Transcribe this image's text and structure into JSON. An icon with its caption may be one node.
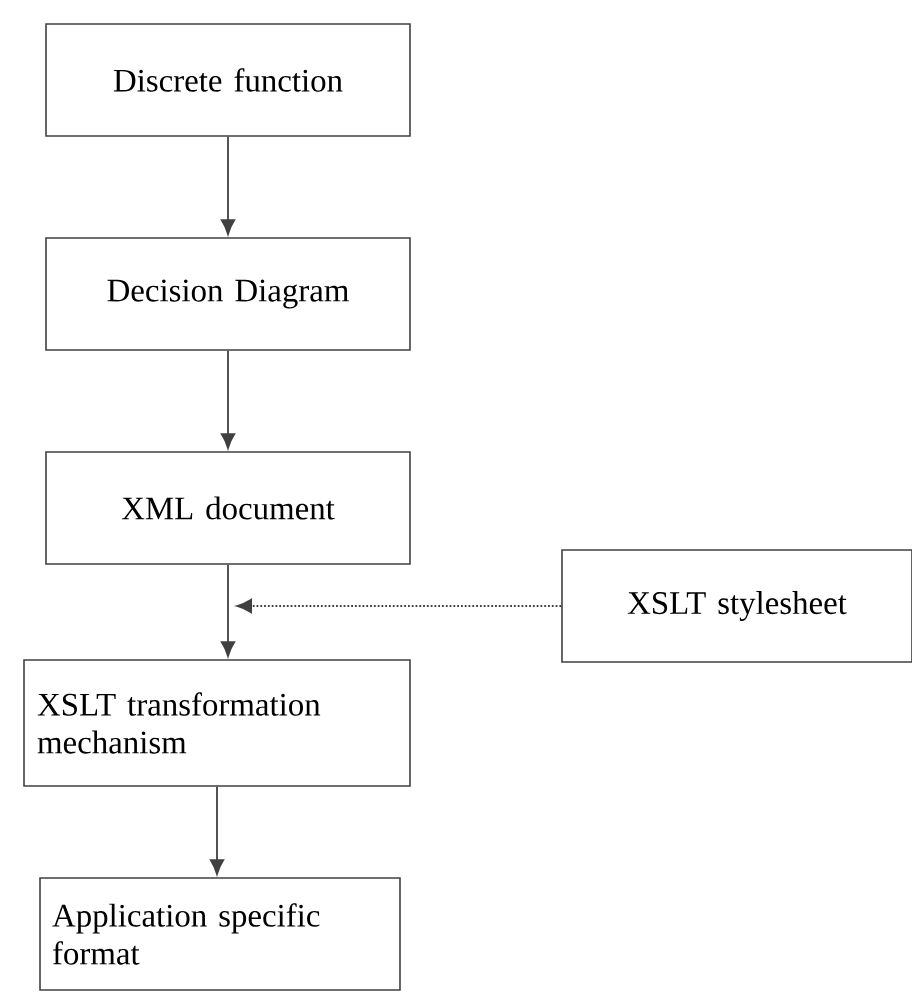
{
  "diagram": {
    "nodes": [
      {
        "text": [
          "Discrete function"
        ]
      },
      {
        "text": [
          "Decision Diagram"
        ]
      },
      {
        "text": [
          "XML document"
        ]
      },
      {
        "text": [
          "XSLT stylesheet"
        ]
      },
      {
        "text": [
          "XSLT transformation mechanism"
        ]
      },
      {
        "text": [
          "Application specific format"
        ]
      }
    ],
    "edges": [
      {
        "from": 0,
        "to": 1,
        "arrow": "to"
      },
      {
        "from": 1,
        "to": 2,
        "arrow": "to"
      },
      {
        "from": 2,
        "to": 4,
        "arrow": "to"
      },
      {
        "from": 4,
        "to": 5,
        "arrow": "to"
      },
      {
        "from": 3,
        "to": null,
        "arrow": "to",
        "style": "dashed"
      }
    ]
  }
}
